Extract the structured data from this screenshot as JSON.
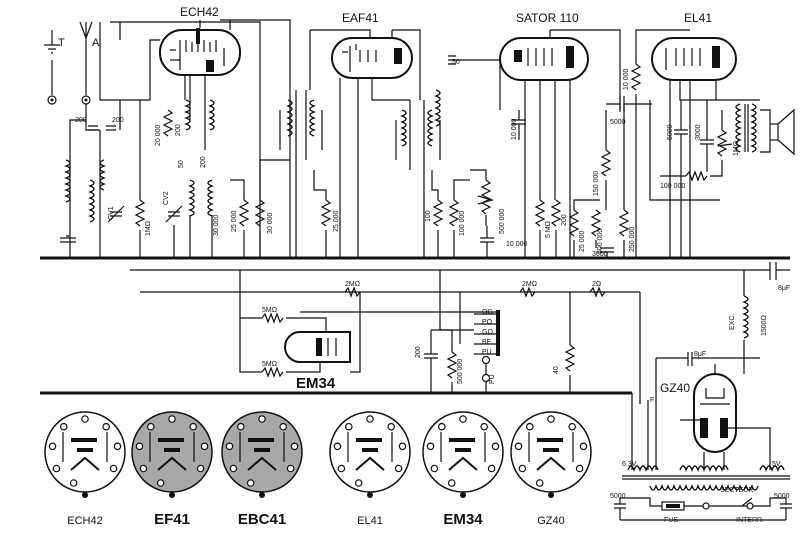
{
  "tubes": {
    "ech42": "ECH42",
    "eaf41": "EAF41",
    "sator": "SATOR 110",
    "el41": "EL41",
    "em34": "EM34",
    "gz40": "GZ40"
  },
  "antenna": {
    "t": "T",
    "a": "A"
  },
  "components": {
    "c200a": "200",
    "c200b": "200",
    "cv1": "CV1",
    "r1ma": "1MΩ",
    "r20000": "20 000",
    "c50": "50",
    "c200c": "200",
    "c200d": "200",
    "cv2": "CV2",
    "r30000a": "30 000",
    "r25000a": "25 000",
    "r30000b": "30 000",
    "r25000b": "25 000",
    "c50b": "50",
    "r10000": "10 000",
    "r100a": "100",
    "r100000a": "100 000",
    "r500000a": "500 000",
    "c10000": "10 000",
    "r5mo": "5 MΩ",
    "r200": "200",
    "r25000c": "25 000",
    "r500000b": "500 000",
    "c3000": "3000",
    "r10000b": "10 000",
    "c5000": "5000",
    "r150000": "150 000",
    "r250000": "250 000",
    "r100000b": "100 000",
    "c5000b": "5000",
    "c3000b": "3000",
    "r1mab": "1MΩ",
    "r2mo_a": "2MΩ",
    "r2mo_b": "2MΩ",
    "r2o": "2Ω",
    "c8uf": "8μF",
    "r5mo_a": "5MΩ",
    "r5mo_b": "5MΩ",
    "c200e": "200",
    "r500000c": "500 000",
    "r40": "40",
    "exc": "EXC.",
    "r1500": "1500Ω",
    "c8uf2": "8μF",
    "sw_oc": "OC",
    "sw_po": "PO",
    "sw_go": "GO",
    "sw_be": "BE",
    "sw_pu": "PU",
    "pu": "PU",
    "f": "F",
    "v63": "6,3V",
    "v5": "5V",
    "c5000l": "5000",
    "c5000r": "5000",
    "secteur": "SECTEUR",
    "fus": "FUS.",
    "interr": "INTERR."
  },
  "sockets": [
    {
      "label": "ECH42",
      "shade": "white"
    },
    {
      "label": "EF41",
      "shade": "gray"
    },
    {
      "label": "EBC41",
      "shade": "gray"
    },
    {
      "label": "EL41",
      "shade": "white"
    },
    {
      "label": "EM34",
      "shade": "white"
    },
    {
      "label": "GZ40",
      "shade": "white"
    }
  ]
}
